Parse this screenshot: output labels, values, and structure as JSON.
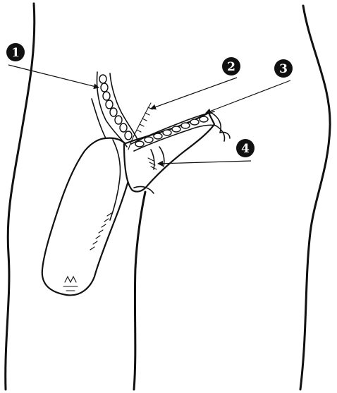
{
  "labels": {
    "callout_1": "1",
    "callout_2": "2",
    "callout_3": "3",
    "callout_4": "4"
  },
  "colors": {
    "line": "#111111",
    "badge": "#111111",
    "badge_text": "#ffffff",
    "background": "#ffffff"
  }
}
